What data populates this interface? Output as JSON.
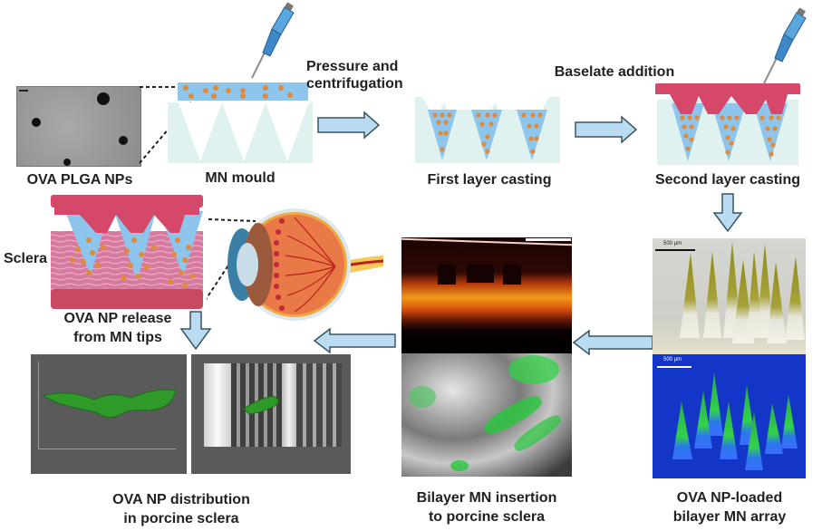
{
  "figure": {
    "title": "Bilayer microneedle (MN) delivery of OVA PLGA nanoparticles to porcine sclera — workflow",
    "steps": [
      {
        "id": "nps",
        "label": "OVA PLGA NPs"
      },
      {
        "id": "mould",
        "label": "MN mould"
      },
      {
        "id": "pressure",
        "label": "Pressure and centrifugation"
      },
      {
        "id": "first",
        "label": "First layer casting"
      },
      {
        "id": "baseplate",
        "label": "Baselate addition"
      },
      {
        "id": "second",
        "label": "Second layer casting"
      },
      {
        "id": "array",
        "label_line1": "OVA NP-loaded",
        "label_line2": "bilayer MN array"
      },
      {
        "id": "insertion",
        "label_line1": "Bilayer MN insertion",
        "label_line2": "to porcine sclera"
      },
      {
        "id": "release",
        "label_line1": "OVA NP release",
        "label_line2": "from MN tips"
      },
      {
        "id": "distribution",
        "label_line1": "OVA NP distribution",
        "label_line2": "in porcine sclera"
      }
    ],
    "sclera_label": "Sclera",
    "scale_bars": {
      "brightfield": "500 µm",
      "fluorescence": "500 µm"
    },
    "colors": {
      "arrow_fill": "#b9dcf2",
      "arrow_stroke": "#3b5560",
      "mould": "#dff2f0",
      "solution": "#8ec5ec",
      "nanoparticle": "#e08a3c",
      "baseplate": "#d5486a",
      "sclera_tissue": "#d77aa0",
      "fluor_green": "#33d14a",
      "fluor_blue": "#1436c8",
      "confocal_bg": "#5a5a5a"
    }
  }
}
